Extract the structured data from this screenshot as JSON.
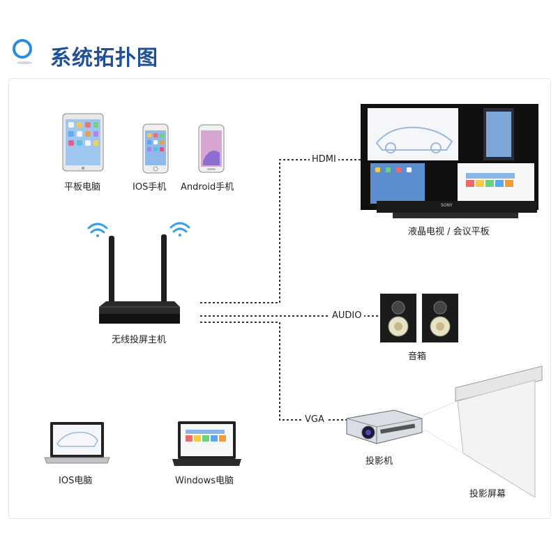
{
  "header": {
    "title": "系统拓扑图"
  },
  "devices": {
    "tablet": "平板电脑",
    "ios_phone": "IOS手机",
    "android_phone": "Android手机",
    "host": "无线投屏主机",
    "ios_pc": "IOS电脑",
    "windows_pc": "Windows电脑",
    "tv": "液晶电视 / 会议平板",
    "speakers": "音箱",
    "projector": "投影机",
    "screen": "投影屏幕"
  },
  "connections": {
    "hdmi": "HDMI",
    "audio": "AUDIO",
    "vga": "VGA"
  },
  "tv_brand": "SONY",
  "colors": {
    "title": "#1f4f97",
    "accent": "#2a8be0",
    "wifi": "#3aa0e8"
  }
}
